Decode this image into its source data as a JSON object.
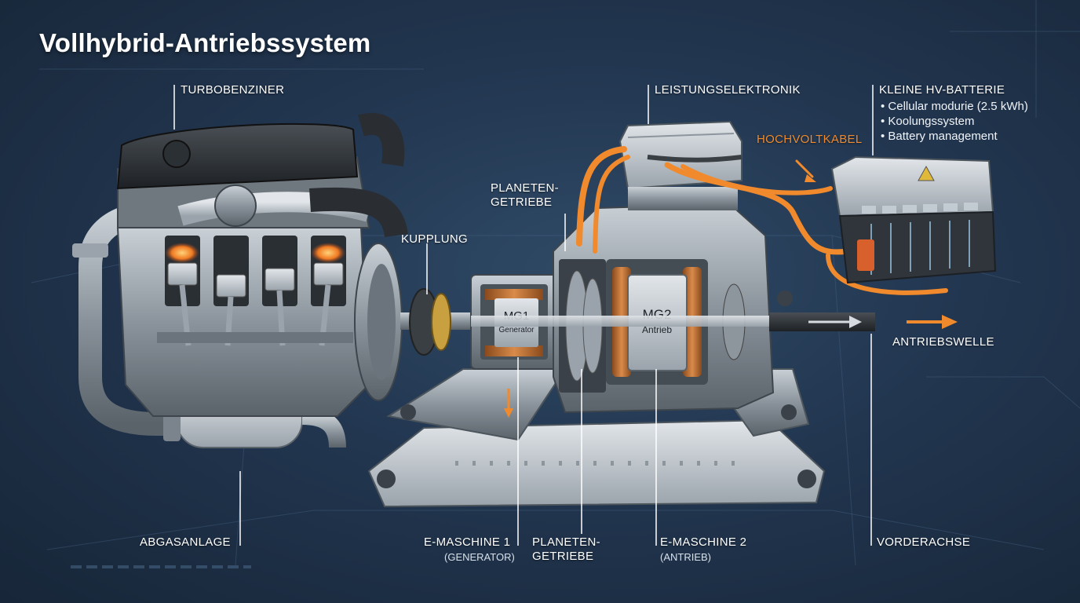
{
  "title": "Vollhybrid-Antriebssystem",
  "labels": {
    "turbobenziner": "TURBOBENZINER",
    "leistungselektronik": "LEISTUNGSELEKTRONIK",
    "hochvoltkabel": "HOCHVOLTKABEL",
    "planetengetriebe_top_1": "PLANETEN-",
    "planetengetriebe_top_2": "GETRIEBE",
    "kupplung": "KUPPLUNG",
    "antriebswelle": "ANTRIEBSWELLE",
    "abgasanlage": "ABGASANLAGE",
    "emaschine1": "E-MASCHINE 1",
    "emaschine1_sub": "(GENERATOR)",
    "planetengetriebe_bottom_1": "PLANETEN-",
    "planetengetriebe_bottom_2": "GETRIEBE",
    "emaschine2": "E-MASCHINE 2",
    "emaschine2_sub": "(ANTRIEB)",
    "vorderachse": "VORDERACHSE"
  },
  "battery": {
    "title": "KLEINE HV-BATTERIE",
    "items": [
      "Cellular modurie (2.5 kWh)",
      "Koolungssystem",
      "Battery management"
    ]
  },
  "components": {
    "mg1_name": "MG1",
    "mg1_role": "Generator",
    "mg2_name": "MG2",
    "mg2_role": "Antrieb"
  },
  "colors": {
    "accent_orange": "#f08a2c",
    "label_white": "#ffffff",
    "background": "#223650"
  }
}
